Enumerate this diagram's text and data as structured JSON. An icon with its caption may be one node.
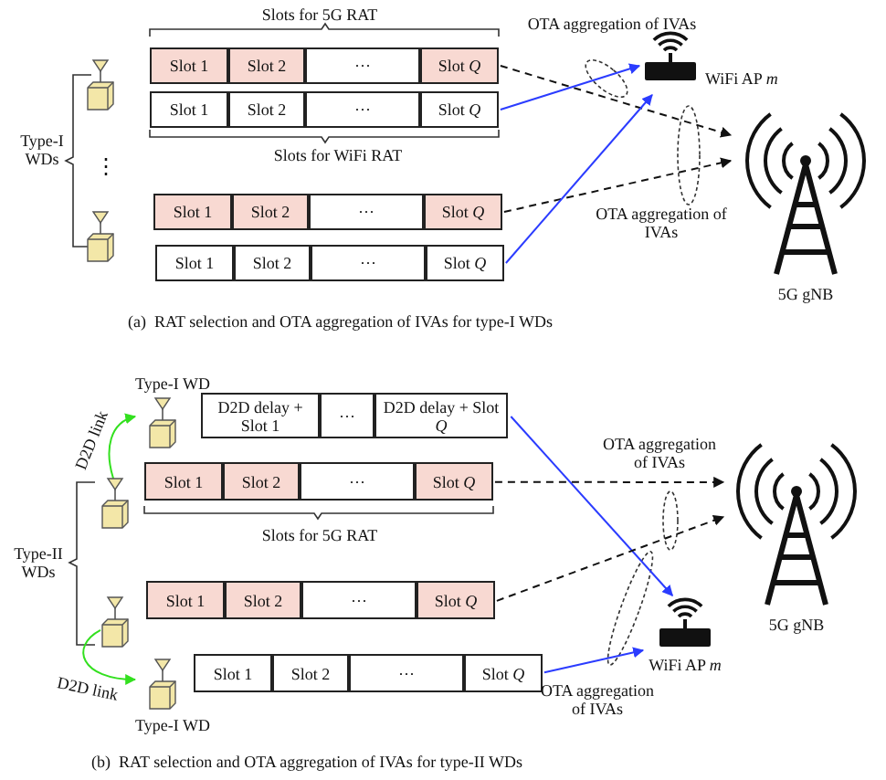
{
  "diagram": {
    "nodes": [
      {
        "text": [],
        "shape": "box"
      },
      {
        "text": [
          "Slot 1"
        ],
        "in": 0
      },
      {
        "text": [
          "Slot 2"
        ],
        "in": 0
      },
      {
        "text": [
          "···"
        ],
        "in": 0
      },
      {
        "text": [
          "Slot *Q*"
        ],
        "in": 0
      },
      {
        "text": [],
        "shape": "box"
      },
      {
        "text": [
          "Slot 1"
        ],
        "in": 5
      },
      {
        "text": [
          "Slot 2"
        ],
        "in": 5
      },
      {
        "text": [
          "···"
        ],
        "in": 5
      },
      {
        "text": [
          "Slot *Q*"
        ],
        "in": 5
      },
      {
        "text": [],
        "shape": "box"
      },
      {
        "text": [
          "Slot 1"
        ],
        "in": 10
      },
      {
        "text": [
          "Slot 2"
        ],
        "in": 10
      },
      {
        "text": [
          "···"
        ],
        "in": 10
      },
      {
        "text": [
          "Slot *Q*"
        ],
        "in": 10
      },
      {
        "text": [],
        "shape": "box"
      },
      {
        "text": [
          "Slot 1"
        ],
        "in": 15
      },
      {
        "text": [
          "Slot 2"
        ],
        "in": 15
      },
      {
        "text": [
          "···"
        ],
        "in": 15
      },
      {
        "text": [
          "Slot *Q*"
        ],
        "in": 15
      },
      {
        "text": [
          "WiFi AP *m*"
        ]
      },
      {
        "text": [
          "5G gNB"
        ]
      },
      {
        "text": [
          "Type-I WD"
        ]
      },
      {
        "text": [],
        "shape": "box"
      },
      {
        "text": [
          "D2D delay + Slot 1"
        ],
        "in": 23
      },
      {
        "text": [
          "···"
        ],
        "in": 23
      },
      {
        "text": [
          "D2D delay + Slot *Q*"
        ],
        "in": 23
      },
      {
        "text": [],
        "shape": "box"
      },
      {
        "text": [],
        "shape": "box"
      },
      {
        "text": [
          "Slot 1"
        ],
        "in": 28
      },
      {
        "text": [
          "Slot 2"
        ],
        "in": 28
      },
      {
        "text": [
          "···"
        ],
        "in": 28
      },
      {
        "text": [
          "Slot *Q*"
        ],
        "in": 28
      },
      {
        "text": [],
        "shape": "box"
      },
      {
        "text": [],
        "shape": "box"
      },
      {
        "text": [
          "Slot 1"
        ],
        "in": 34
      },
      {
        "text": [
          "Slot 2"
        ],
        "in": 34
      },
      {
        "text": [
          "···"
        ],
        "in": 34
      },
      {
        "text": [
          "Slot *Q*"
        ],
        "in": 34
      },
      {
        "text": [],
        "shape": "box"
      },
      {
        "text": [
          "Slot 1"
        ],
        "in": 39
      },
      {
        "text": [
          "Slot 2"
        ],
        "in": 39
      },
      {
        "text": [
          "···"
        ],
        "in": 39
      },
      {
        "text": [
          "Slot *Q*"
        ],
        "in": 39
      },
      {
        "text": [
          "Type-I WD"
        ]
      },
      {
        "text": [
          "WiFi AP *m*"
        ]
      },
      {
        "text": [
          "5G gNB"
        ]
      }
    ],
    "edges": [
      {
        "from": 0,
        "to": 21,
        "arrow": "to",
        "style": "dashed"
      },
      {
        "from": 5,
        "to": 20,
        "arrow": "to",
        "color": "#2b3cff"
      },
      {
        "from": 10,
        "to": 21,
        "arrow": "to",
        "style": "dashed"
      },
      {
        "from": 15,
        "to": 20,
        "arrow": "to",
        "color": "#2b3cff"
      },
      {
        "from": 23,
        "to": 45,
        "arrow": "to",
        "color": "#2b3cff"
      },
      {
        "from": 28,
        "to": 46,
        "arrow": "to",
        "style": "dashed"
      },
      {
        "from": 34,
        "to": 46,
        "arrow": "to",
        "style": "dashed"
      },
      {
        "from": 39,
        "to": 45,
        "arrow": "to",
        "color": "#2b3cff"
      },
      {
        "from": 27,
        "to": 22,
        "arrow": "to",
        "color": "#33e01f",
        "label": "D2D link"
      },
      {
        "from": 33,
        "to": 44,
        "arrow": "to",
        "color": "#33e01f",
        "label": "D2D link"
      }
    ],
    "labels": [
      "Slots for 5G RAT",
      "OTA aggregation of IVAs",
      "Slots for WiFi RAT",
      "Type-I WDs",
      "⋮",
      "OTA aggregation of IVAs",
      "(a)  RAT selection and OTA aggregation of IVAs for type-I WDs",
      "OTA aggregation of IVAs",
      "Slots for 5G RAT",
      "Type-II WDs",
      "OTA aggregation of IVAs",
      "(b)  RAT selection and OTA aggregation of IVAs for type-II WDs"
    ]
  }
}
